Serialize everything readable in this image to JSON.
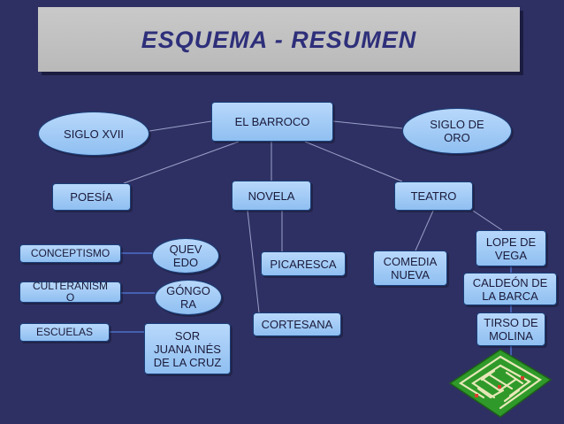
{
  "title": "ESQUEMA - RESUMEN",
  "nodes": {
    "barroco": "EL BARROCO",
    "siglo_xvii": "SIGLO XVII",
    "siglo_de_oro": "SIGLO DE\nORO",
    "poesia": "POESÍA",
    "novela": "NOVELA",
    "teatro": "TEATRO",
    "conceptismo": "CONCEPTISMO",
    "quevedo": "QUEV\nEDO",
    "culteranismo": "CULTERANISM\nO",
    "gongora": "GÓNGO\nRA",
    "escuelas": "ESCUELAS",
    "sor_juana": "SOR\nJUANA INÉS\nDE LA CRUZ",
    "picaresca": "PICARESCA",
    "cortesana": "CORTESANA",
    "comedia_nueva": "COMEDIA\nNUEVA",
    "lope": "LOPE DE\nVEGA",
    "calderon": "CALDEÓN DE\nLA BARCA",
    "tirso": "TIRSO DE\nMOLINA"
  },
  "colors": {
    "background": "#2e3063",
    "banner": "#c1c1c1",
    "title": "#2e2f7a",
    "box_fill": "#a7cdf7",
    "box_border": "#1a3f7a",
    "maze_green": "#2f9a2a",
    "maze_wall": "#e8e8b8"
  },
  "decoration": {
    "icon": "maze-icon"
  }
}
